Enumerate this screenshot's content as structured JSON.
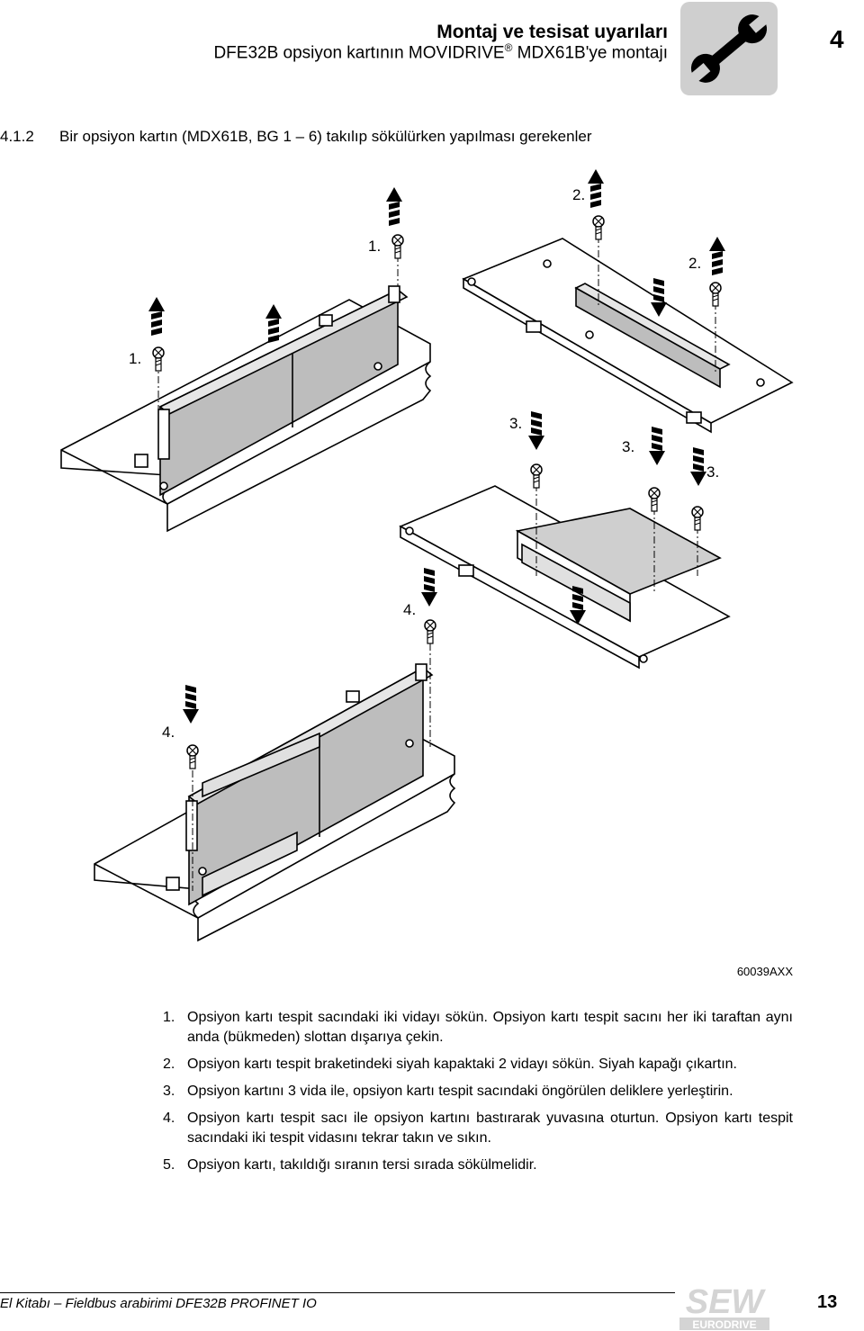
{
  "header": {
    "title": "Montaj ve tesisat uyarıları",
    "subtitle_pre": "DFE32B opsiyon kartının MOVIDRIVE",
    "subtitle_reg": "®",
    "subtitle_post": " MDX61B'ye montajı",
    "chapter_number": "4",
    "icon": "wrench-icon"
  },
  "section": {
    "number": "4.1.2",
    "title": "Bir opsiyon kartın (MDX61B, BG 1 – 6) takılıp sökülürken yapılması gerekenler"
  },
  "figure": {
    "labels": {
      "l1a": "1.",
      "l1b": "1.",
      "l2a": "2.",
      "l2b": "2.",
      "l3a": "3.",
      "l3b": "3.",
      "l3c": "3.",
      "l4a": "4.",
      "l4b": "4."
    },
    "id": "60039AXX"
  },
  "steps": [
    {
      "n": "1.",
      "text": "Opsiyon kartı tespit sacındaki iki vidayı sökün. Opsiyon kartı tespit sacını her iki taraftan aynı anda (bükmeden) slottan dışarıya çekin."
    },
    {
      "n": "2.",
      "text": "Opsiyon kartı tespit braketindeki siyah kapaktaki 2 vidayı sökün. Siyah kapağı çıkartın."
    },
    {
      "n": "3.",
      "text": "Opsiyon kartını 3 vida ile, opsiyon kartı tespit sacındaki öngörülen deliklere yerleştirin."
    },
    {
      "n": "4.",
      "text": "Opsiyon kartı tespit sacı ile opsiyon kartını bastırarak yuvasına oturtun. Opsiyon kartı tespit sacındaki iki tespit vidasını tekrar takın ve sıkın."
    },
    {
      "n": "5.",
      "text": "Opsiyon kartı, takıldığı sıranın tersi sırada sökülmelidir."
    }
  ],
  "footer": {
    "text": "El Kitabı – Fieldbus arabirimi DFE32B PROFINET IO",
    "logo_text_top": "SEW",
    "logo_text_bottom": "EURODRIVE",
    "page_number": "13"
  }
}
